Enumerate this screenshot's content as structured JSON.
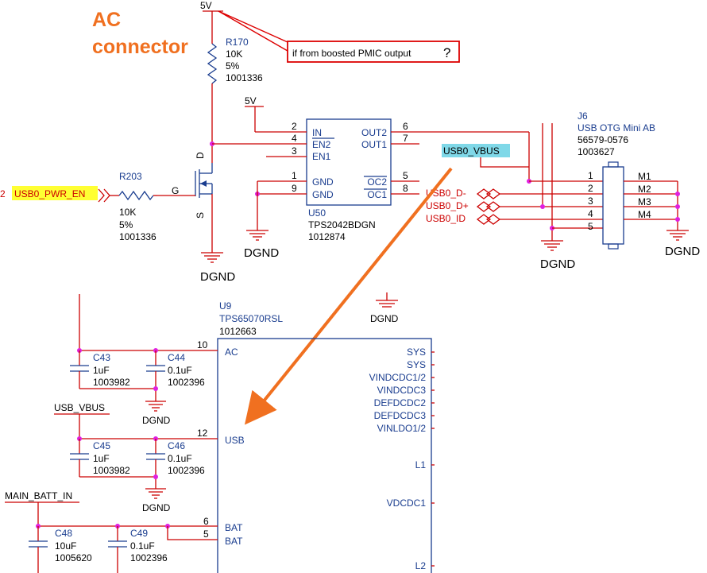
{
  "annotation": {
    "title_line1": "AC",
    "title_line2": "connector",
    "note": "if from boosted PMIC output",
    "note_mark": "?"
  },
  "power": {
    "rail_5v_top": "5V",
    "rail_5v_u50": "5V",
    "ground": "DGND"
  },
  "net_labels": {
    "usb_pwr_en_page": "2",
    "usb_pwr_en": "USB0_PWR_EN",
    "usb0_vbus": "USB0_VBUS",
    "usb0_dm": "USB0_D-",
    "usb0_dp": "USB0_D+",
    "usb0_id": "USB0_ID",
    "usb_vbus": "USB_VBUS",
    "main_batt_in": "MAIN_BATT_IN"
  },
  "r170": {
    "ref": "R170",
    "value": "10K",
    "tol": "5%",
    "part": "1001336"
  },
  "r203": {
    "ref": "R203",
    "value": "10K",
    "tol": "5%",
    "part": "1001336"
  },
  "fet": {
    "d": "D",
    "g": "G",
    "s": "S"
  },
  "u50": {
    "ref": "U50",
    "part_name": "TPS2042BDGN",
    "part": "1012874",
    "pins_left": [
      {
        "num": "2",
        "name": "IN"
      },
      {
        "num": "4",
        "name": "EN2"
      },
      {
        "num": "3",
        "name": "EN1"
      },
      {
        "num": "1",
        "name": "GND"
      },
      {
        "num": "9",
        "name": "GND"
      }
    ],
    "pins_right": [
      {
        "num": "6",
        "name": "OUT2"
      },
      {
        "num": "7",
        "name": "OUT1"
      },
      {
        "num": "5",
        "name": "OC2"
      },
      {
        "num": "8",
        "name": "OC1"
      }
    ]
  },
  "j6": {
    "ref": "J6",
    "desc": "USB OTG Mini AB",
    "part_name": "56579-0576",
    "part": "1003627",
    "pins": [
      "1",
      "2",
      "3",
      "4",
      "5"
    ],
    "mounts": [
      "M1",
      "M2",
      "M3",
      "M4"
    ]
  },
  "u9": {
    "ref": "U9",
    "part_name": "TPS65070RSL",
    "part": "1012663",
    "pins_left": [
      {
        "num": "10",
        "name": "AC"
      },
      {
        "num": "12",
        "name": "USB"
      },
      {
        "num": "6",
        "name": "BAT"
      },
      {
        "num": "5",
        "name": "BAT"
      }
    ],
    "pins_right": [
      "SYS",
      "SYS",
      "VINDCDC1/2",
      "VINDCDC3",
      "DEFDCDC2",
      "DEFDCDC3",
      "VINLDO1/2",
      "L1",
      "VDCDC1",
      "L2"
    ]
  },
  "caps": {
    "c43": {
      "ref": "C43",
      "value": "1uF",
      "part": "1003982"
    },
    "c44": {
      "ref": "C44",
      "value": "0.1uF",
      "part": "1002396"
    },
    "c45": {
      "ref": "C45",
      "value": "1uF",
      "part": "1003982"
    },
    "c46": {
      "ref": "C46",
      "value": "0.1uF",
      "part": "1002396"
    },
    "c48": {
      "ref": "C48",
      "value": "10uF",
      "part": "1005620"
    },
    "c49": {
      "ref": "C49",
      "value": "0.1uF",
      "part": "1002396"
    }
  },
  "colors": {
    "wire": "#cc0000",
    "component": "#1a3d8f",
    "junction": "#e020e0",
    "arrow": "#f07020",
    "highlight_yellow": "#ffff33",
    "highlight_cyan": "#7fd8e8"
  }
}
